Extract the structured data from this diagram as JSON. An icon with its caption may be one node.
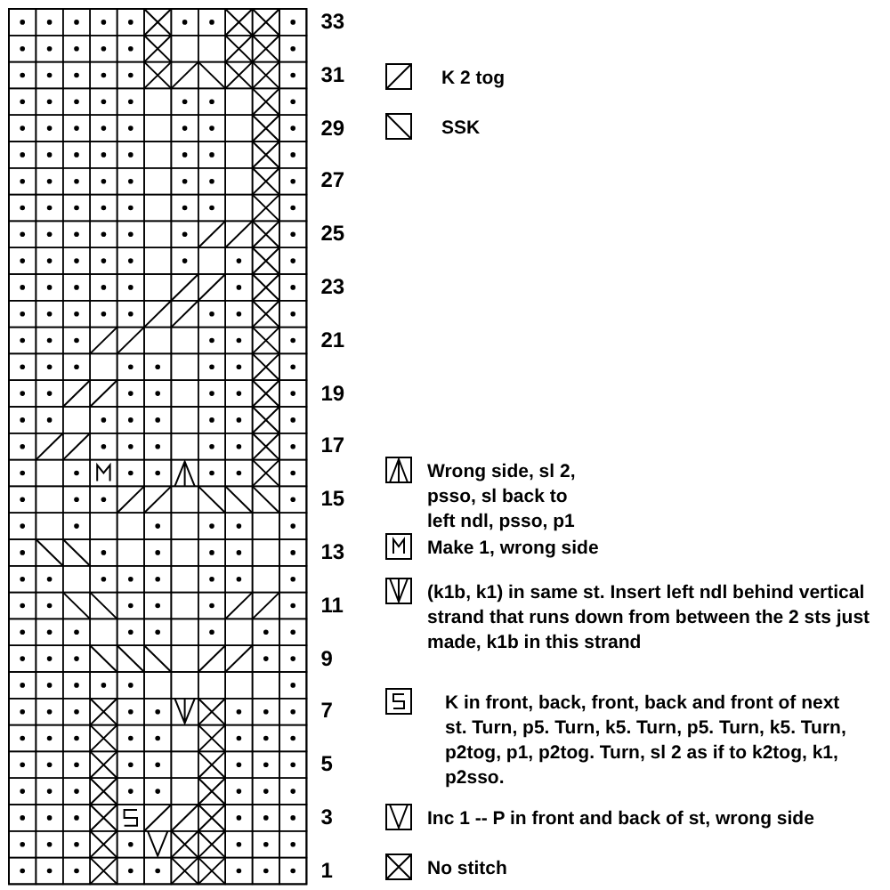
{
  "diagram": {
    "labels": [
      "33",
      "31",
      "29",
      "27",
      "25",
      "23",
      "21",
      "19",
      "17",
      "15",
      "13",
      "11",
      "9",
      "7",
      "5",
      "3",
      "1"
    ],
    "legend": [
      {
        "text": "K 2 tog"
      },
      {
        "text": "SSK"
      },
      {
        "text": "Wrong side, sl 2, psso, sl back to left ndl, psso, p1"
      },
      {
        "text": "Make 1, wrong side"
      },
      {
        "text": "(k1b, k1) in same st. Insert left ndl behind vertical strand that runs down from between the 2 sts just made, k1b in this strand"
      },
      {
        "text": "K in front, back, front, back and front of next st. Turn, p5. Turn, k5. Turn, p5. Turn, k5. Turn, p2tog, p1, p2tog. Turn, sl 2 as if to k2tog, k1, p2sso."
      },
      {
        "text": "Inc 1 -- P in front and back of st, wrong side"
      },
      {
        "text": "No stitch"
      }
    ]
  }
}
